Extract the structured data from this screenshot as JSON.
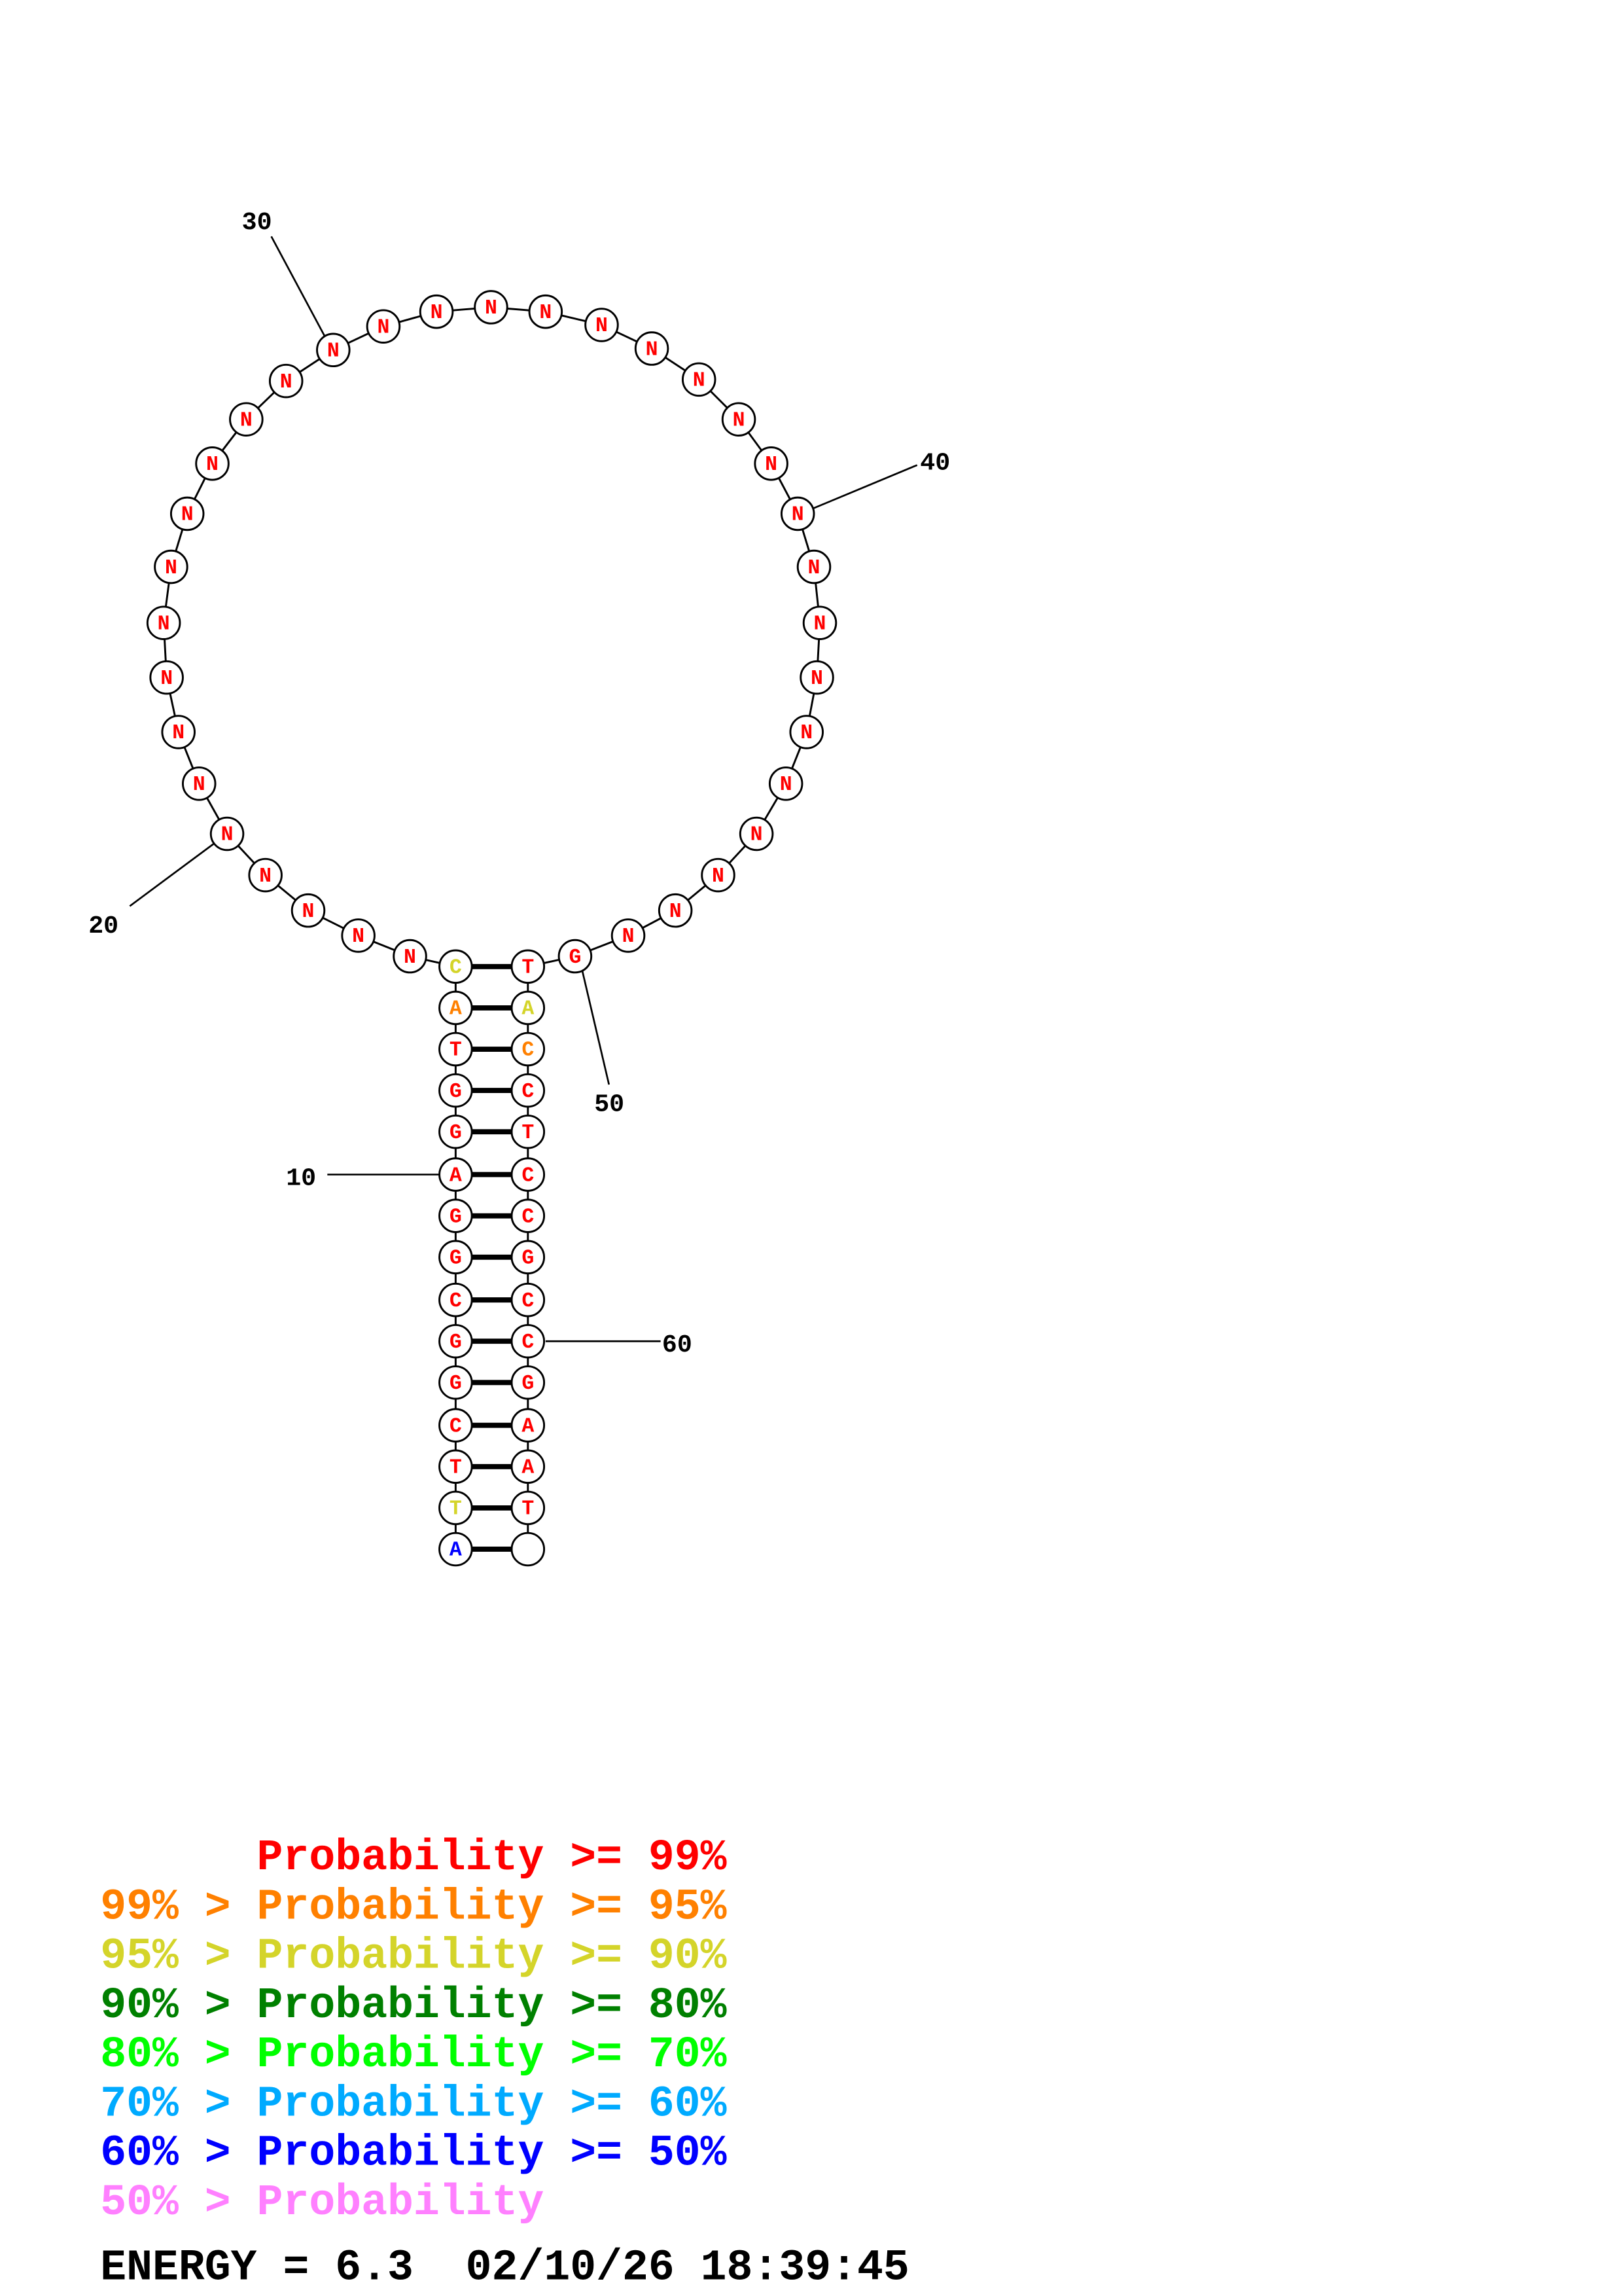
{
  "structure": {
    "sequence": "ATTCGGCGGAGGTACNNNNNNNNNNNNNNNNNNNNNNNNNNNNNNNNNNGTACCTCCGCCGAAT",
    "probability_class": "bytrrrrrrrrrroyrrrrrrrrrrrrrrrrrrrrrrrrrrrrrrrrrrrryorrrrrrrrrrrryb",
    "pairs": [
      [
        1,
        65
      ],
      [
        2,
        64
      ],
      [
        3,
        63
      ],
      [
        4,
        62
      ],
      [
        5,
        61
      ],
      [
        6,
        60
      ],
      [
        7,
        59
      ],
      [
        8,
        58
      ],
      [
        9,
        57
      ],
      [
        10,
        56
      ],
      [
        11,
        55
      ],
      [
        12,
        54
      ],
      [
        13,
        53
      ],
      [
        14,
        52
      ],
      [
        15,
        51
      ]
    ],
    "position_labels": [
      "10",
      "20",
      "30",
      "40",
      "50",
      "60"
    ]
  },
  "colors": {
    "r": "#ff0000",
    "o": "#ff8000",
    "y": "#d4d42a",
    "g": "#008000",
    "l": "#00ff00",
    "s": "#00aaff",
    "b": "#0000ff",
    "p": "#ff80ff"
  },
  "legend": [
    {
      "text": "      Probability >= 99%",
      "color": "#ff0000"
    },
    {
      "text": "99% > Probability >= 95%",
      "color": "#ff8000"
    },
    {
      "text": "95% > Probability >= 90%",
      "color": "#d4d42a"
    },
    {
      "text": "90% > Probability >= 80%",
      "color": "#008000"
    },
    {
      "text": "80% > Probability >= 70%",
      "color": "#00ff00"
    },
    {
      "text": "70% > Probability >= 60%",
      "color": "#00aaff"
    },
    {
      "text": "60% > Probability >= 50%",
      "color": "#0000ff"
    },
    {
      "text": "50% > Probability",
      "color": "#ff80ff"
    }
  ],
  "footer": {
    "energy_line": "ENERGY = 6.3  02/10/26 18:39:45"
  }
}
